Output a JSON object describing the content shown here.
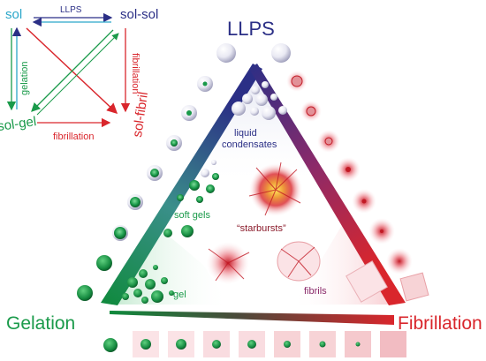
{
  "corners": {
    "sol": "sol",
    "sol_sol": "sol-sol",
    "sol_gel": "sol-gel",
    "sol_fibril": "sol-fibril"
  },
  "arrows": {
    "top": "LLPS",
    "left": "gelation",
    "right": "fibrillation",
    "bottom": "fibrillation"
  },
  "vertices": {
    "top": "LLPS",
    "left": "Gelation",
    "right": "Fibrillation"
  },
  "regions": {
    "liquid_line1": "liquid",
    "liquid_line2": "condensates",
    "soft_gels": "soft gels",
    "starbursts": "“starbursts”",
    "gel": "gel",
    "fibrils": "fibrils"
  },
  "colors": {
    "llps": "#2b2f86",
    "gelation": "#1a9a4a",
    "fibrillation": "#d9262c",
    "sol": "#2aa6c9"
  }
}
